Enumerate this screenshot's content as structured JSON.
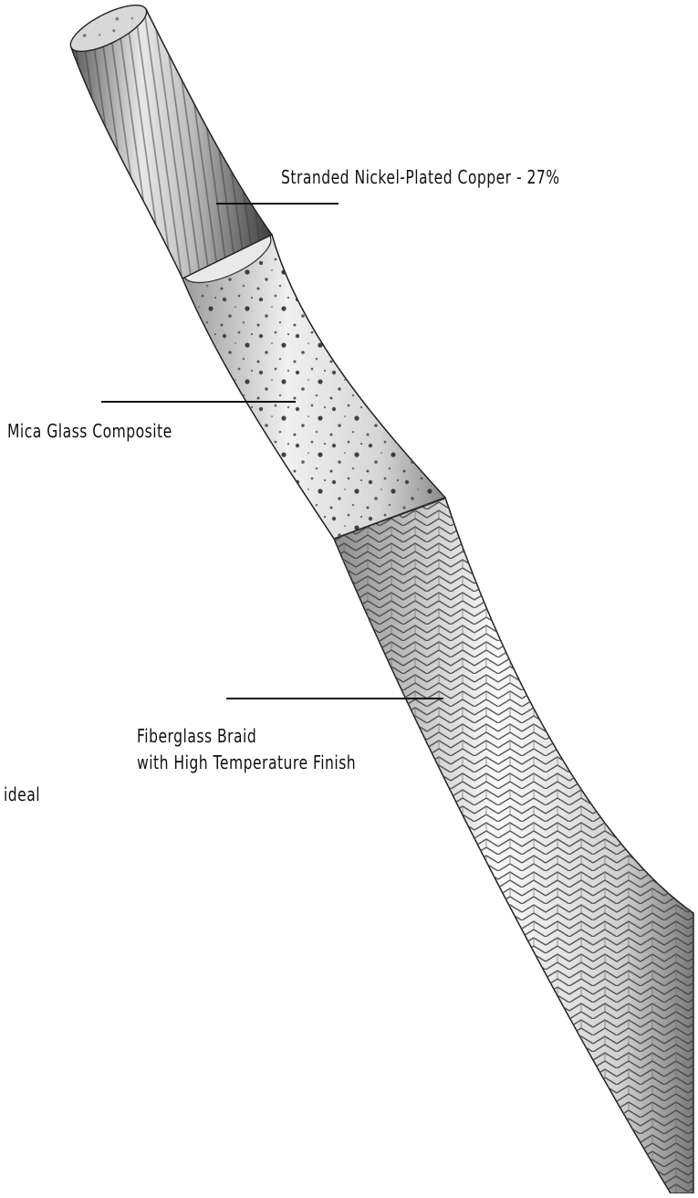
{
  "labels": {
    "conductor": "Stranded Nickel-Plated Copper - 27%",
    "insulation": "Mica Glass Composite",
    "jacket_line1": "Fiberglass Braid",
    "jacket_line2": "with High Temperature Finish",
    "cut_off": "ideal"
  },
  "colors": {
    "ink": "#111111",
    "braid_light": "#f2f2f2",
    "braid_dark": "#3a3a3a",
    "copper_light": "#e6e6e6",
    "copper_dark": "#4a4a4a"
  },
  "layers": [
    {
      "name": "conductor",
      "texture": "stranded-wire"
    },
    {
      "name": "insulation",
      "texture": "speckled"
    },
    {
      "name": "jacket",
      "texture": "braid"
    }
  ]
}
